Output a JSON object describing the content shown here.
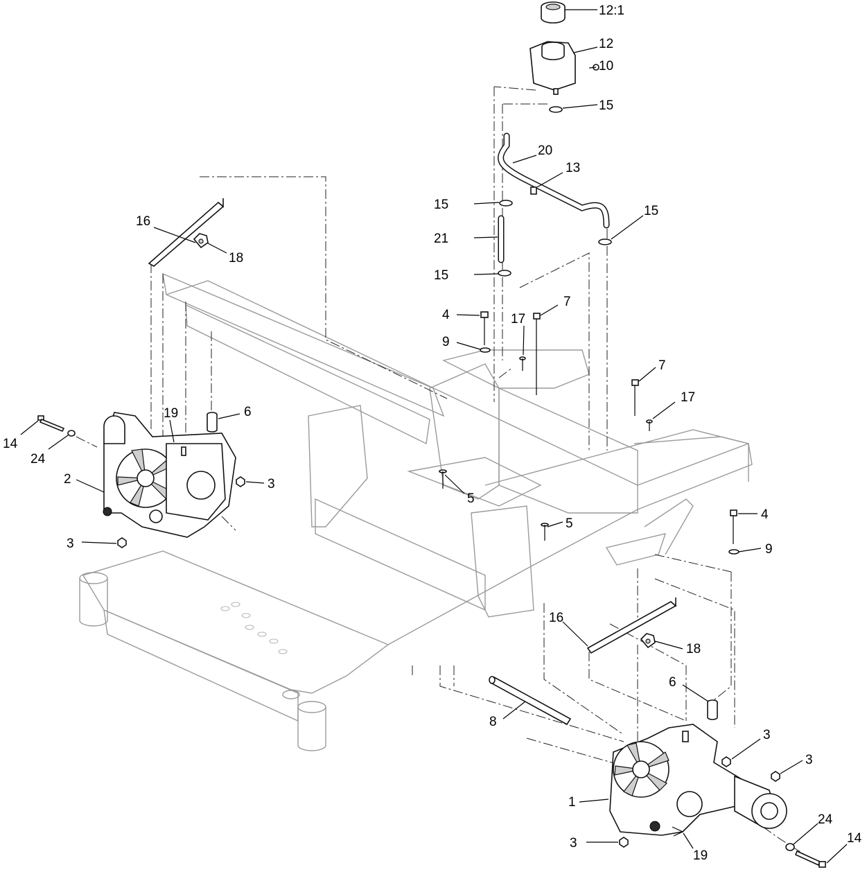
{
  "callouts": [
    {
      "id": "c-12-1",
      "text": "12:1"
    },
    {
      "id": "c-12",
      "text": "12"
    },
    {
      "id": "c-10",
      "text": "10"
    },
    {
      "id": "c-15a",
      "text": "15"
    },
    {
      "id": "c-20",
      "text": "20"
    },
    {
      "id": "c-13",
      "text": "13"
    },
    {
      "id": "c-15b",
      "text": "15"
    },
    {
      "id": "c-15c",
      "text": "15"
    },
    {
      "id": "c-16a",
      "text": "16"
    },
    {
      "id": "c-18a",
      "text": "18"
    },
    {
      "id": "c-21",
      "text": "21"
    },
    {
      "id": "c-15d",
      "text": "15"
    },
    {
      "id": "c-4a",
      "text": "4"
    },
    {
      "id": "c-7a",
      "text": "7"
    },
    {
      "id": "c-17a",
      "text": "17"
    },
    {
      "id": "c-9a",
      "text": "9"
    },
    {
      "id": "c-7b",
      "text": "7"
    },
    {
      "id": "c-17b",
      "text": "17"
    },
    {
      "id": "c-19a",
      "text": "19"
    },
    {
      "id": "c-6a",
      "text": "6"
    },
    {
      "id": "c-14a",
      "text": "14"
    },
    {
      "id": "c-24a",
      "text": "24"
    },
    {
      "id": "c-2",
      "text": "2"
    },
    {
      "id": "c-3a",
      "text": "3"
    },
    {
      "id": "c-5a",
      "text": "5"
    },
    {
      "id": "c-5b",
      "text": "5"
    },
    {
      "id": "c-4b",
      "text": "4"
    },
    {
      "id": "c-3b",
      "text": "3"
    },
    {
      "id": "c-9b",
      "text": "9"
    },
    {
      "id": "c-16b",
      "text": "16"
    },
    {
      "id": "c-18b",
      "text": "18"
    },
    {
      "id": "c-6b",
      "text": "6"
    },
    {
      "id": "c-8",
      "text": "8"
    },
    {
      "id": "c-3c",
      "text": "3"
    },
    {
      "id": "c-3d",
      "text": "3"
    },
    {
      "id": "c-1",
      "text": "1"
    },
    {
      "id": "c-24b",
      "text": "24"
    },
    {
      "id": "c-3e",
      "text": "3"
    },
    {
      "id": "c-19b",
      "text": "19"
    },
    {
      "id": "c-14b",
      "text": "14"
    }
  ]
}
